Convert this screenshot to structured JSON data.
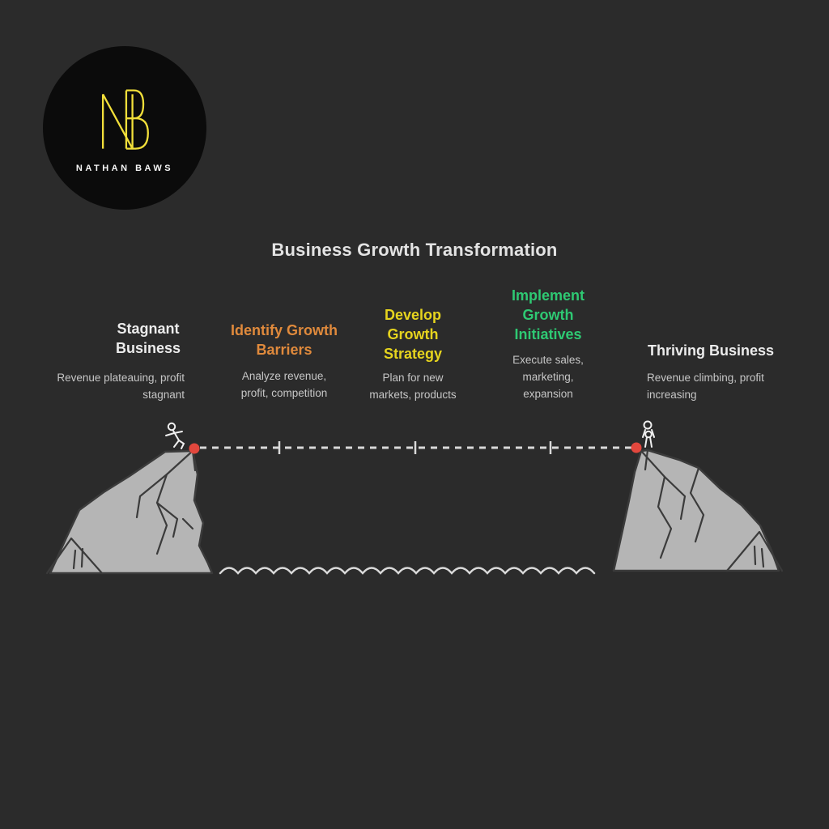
{
  "brand": {
    "monogram": "NB",
    "name": "NATHAN BAWS",
    "monogram_color": "#f2df3a",
    "circle_color": "#0b0b0b"
  },
  "title": "Business Growth Transformation",
  "stages": [
    {
      "heading": "Stagnant Business",
      "description": "Revenue plateauing, profit stagnant",
      "color": "#ececec"
    },
    {
      "heading": "Identify Growth Barriers",
      "description": "Analyze revenue, profit, competition",
      "color": "#e08a3c"
    },
    {
      "heading": "Develop Growth Strategy",
      "description": "Plan for new markets, products",
      "color": "#e6d41e"
    },
    {
      "heading": "Implement Growth Initiatives",
      "description": "Execute sales, marketing, expansion",
      "color": "#2ec973"
    },
    {
      "heading": "Thriving Business",
      "description": "Revenue climbing, profit increasing",
      "color": "#ececec"
    }
  ],
  "scene": {
    "left_figure": "stick-figure-stepping-off-cliff",
    "right_figure": "stick-figure-standing-on-cliff",
    "rope": "dashed-tightrope-with-3-milestone-ticks",
    "marker_color": "#e2473d",
    "cliff_fill": "#b5b5b5",
    "line_color": "#d9d9d9"
  }
}
